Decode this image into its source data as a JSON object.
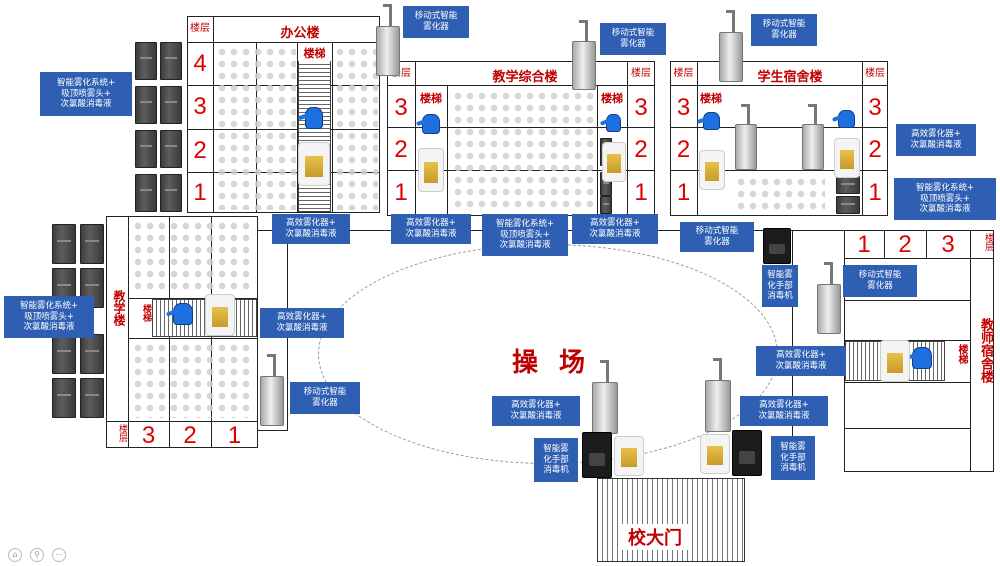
{
  "buildings": {
    "office": {
      "title": "办公楼",
      "floor_header": "楼层",
      "stairs": "楼梯",
      "floors": [
        "4",
        "3",
        "2",
        "1"
      ]
    },
    "teaching_complex": {
      "title": "教学综合楼",
      "floor_header_left": "楼层",
      "floor_header_right": "楼层",
      "stairs_left": "楼梯",
      "stairs_right": "楼梯",
      "floors": [
        "3",
        "2",
        "1"
      ]
    },
    "dorm": {
      "title": "学生宿舍楼",
      "floor_header_left": "楼层",
      "floor_header_right": "楼层",
      "stairs": "楼梯",
      "floors": [
        "3",
        "2",
        "1"
      ]
    },
    "teaching": {
      "title": "教学楼",
      "floor_header": "楼层",
      "stairs": "楼梯",
      "floors": [
        "3",
        "2",
        "1"
      ]
    },
    "teacher_dorm": {
      "title": "教师宿舍楼",
      "floor_header": "楼层",
      "stairs": "楼梯",
      "floors": [
        "1",
        "2",
        "3"
      ]
    }
  },
  "playground": {
    "label": "操 场"
  },
  "gate": {
    "label": "校大门"
  },
  "labels": {
    "mobile_fogger": "移动式智能\n雾化器",
    "high_eff": "高效雾化器+\n次氯酸消毒液",
    "smart_system": "智能雾化系统+\n吸顶喷雾头+\n次氯酸消毒液",
    "hand_sanitizer": "智能雾\n化手部\n消毒机"
  },
  "colors": {
    "label_bg": "#2e5fb3",
    "accent_red": "#c00000",
    "floor_red": "#e00000"
  }
}
